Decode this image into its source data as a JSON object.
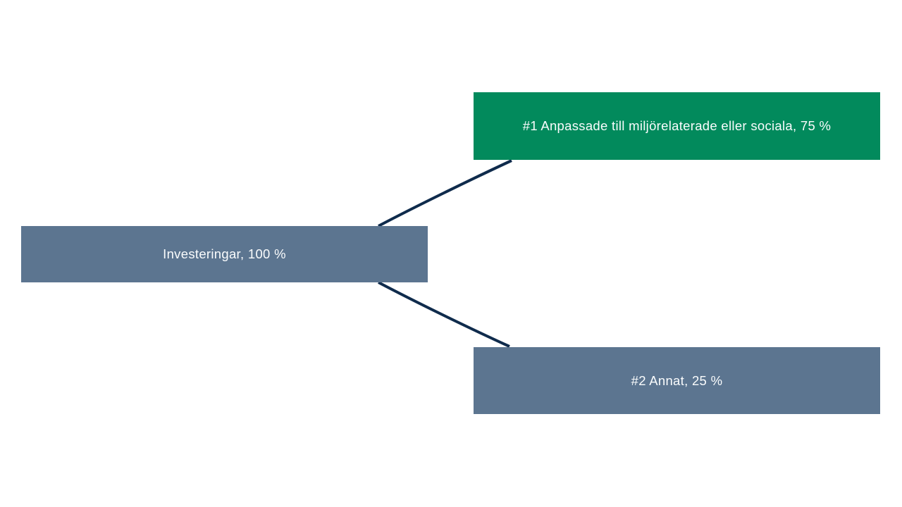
{
  "page": {
    "background_color": "#ffffff"
  },
  "diagram": {
    "type": "tree",
    "connector_color": "#0f2b4c",
    "text_color": "#fafcfd",
    "nodes": [
      {
        "id": "root",
        "label": "Investeringar, 100 %",
        "value_pct": 100,
        "fill": "#5c7590"
      },
      {
        "id": "branch-1",
        "label": "#1 Anpassade till miljörelaterade eller sociala, 75 %",
        "value_pct": 75,
        "fill": "#028a5c"
      },
      {
        "id": "branch-2",
        "label": "#2 Annat, 25 %",
        "value_pct": 25,
        "fill": "#5c7590"
      }
    ]
  }
}
